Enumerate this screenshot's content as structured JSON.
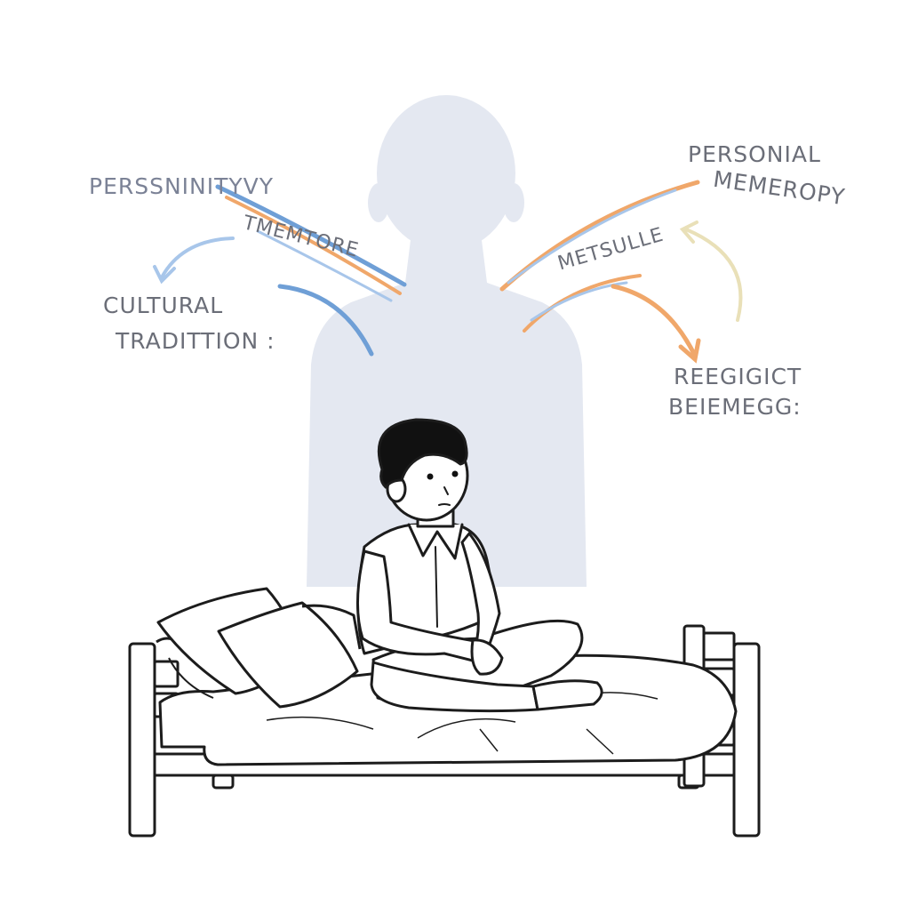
{
  "colors": {
    "background": "#ffffff",
    "silhouette": "#e4e8f1",
    "line_ink": "#1c1c1c",
    "blue_stroke": "#6f9fd6",
    "orange_stroke": "#f0a76a",
    "label_gray": "#6b6e78"
  },
  "labels": {
    "personality": "PERSSNINITYVY",
    "memories": "TMEMTORE",
    "cultural": "CULTURAL",
    "tradition": "TRADITTION :",
    "personal": "PERSONIAL",
    "memory": "MEMEROPY",
    "metsuule": "METSULLE",
    "reegigict": "REEGIGICT",
    "beiemegg": "BEIEMEGG:"
  }
}
